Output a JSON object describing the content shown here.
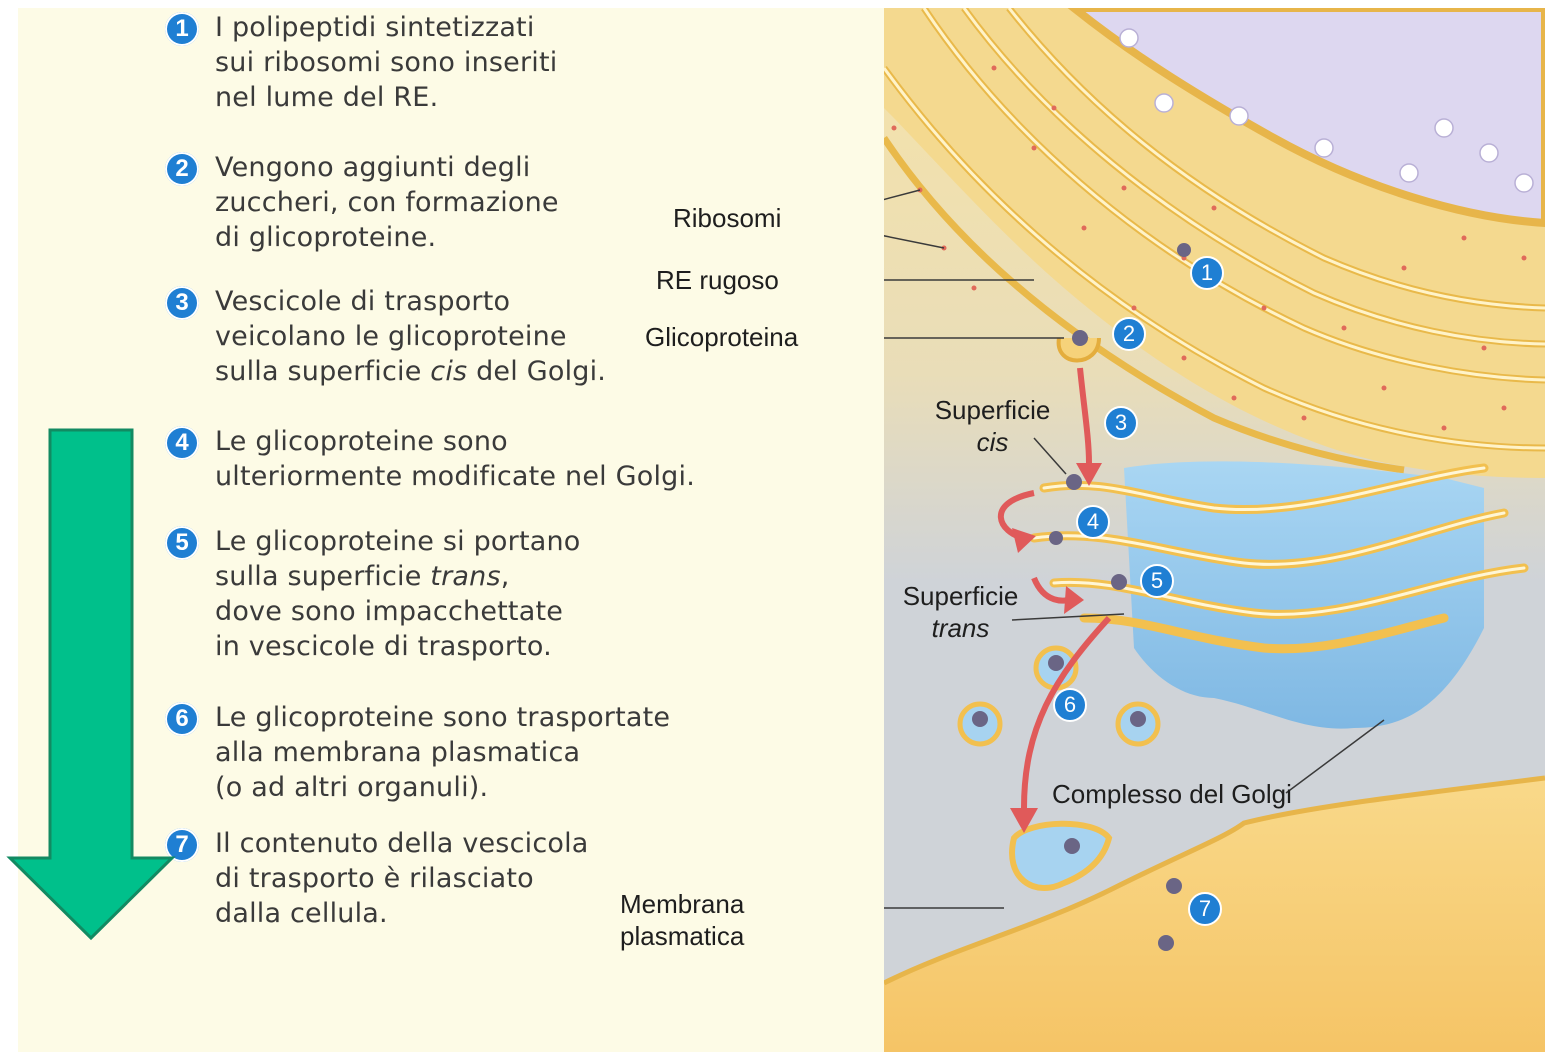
{
  "steps": [
    {
      "num": "1",
      "text": "I polipeptidi sintetizzati\nsui ribosomi sono inseriti\nnel lume del RE."
    },
    {
      "num": "2",
      "text": "Vengono aggiunti degli\nzuccheri, con formazione\ndi glicoproteine."
    },
    {
      "num": "3",
      "text": "Vescicole di trasporto\nveicolano le glicoproteine\nsulla superficie cis del Golgi."
    },
    {
      "num": "4",
      "text": "Le glicoproteine sono\nulteriormente modificate nel Golgi."
    },
    {
      "num": "5",
      "text": "Le glicoproteine si portano\nsulla superficie trans,\ndove sono impacchettate\nin vescicole di trasporto."
    },
    {
      "num": "6",
      "text": "Le glicoproteine sono trasportate\nalla membrana plasmatica\n(o ad altri organuli)."
    },
    {
      "num": "7",
      "text": "Il contenuto della vescicola\ndi trasporto è rilasciato\ndalla cellula."
    }
  ],
  "labels": {
    "ribosomi": "Ribosomi",
    "re_rugoso": "RE rugoso",
    "glicoproteina": "Glicoproteina",
    "superficie_cis": "Superficie\ncis",
    "superficie_trans": "Superficie\ntrans",
    "complesso_golgi": "Complesso del Golgi",
    "membrana_plasmatica": "Membrana\nplasmatica"
  },
  "badges": [
    "1",
    "2",
    "3",
    "4",
    "5",
    "6",
    "7"
  ],
  "colors": {
    "badge_blue": "#1f7fd3",
    "arrow_green": "#00c08b",
    "arrow_red": "#e05a5a",
    "er_yellow": "#f3c96a",
    "golgi_blue": "#8fc6ec",
    "nucleus_lavender": "#ddd7f0",
    "panel_cream": "#fdfbe6"
  }
}
